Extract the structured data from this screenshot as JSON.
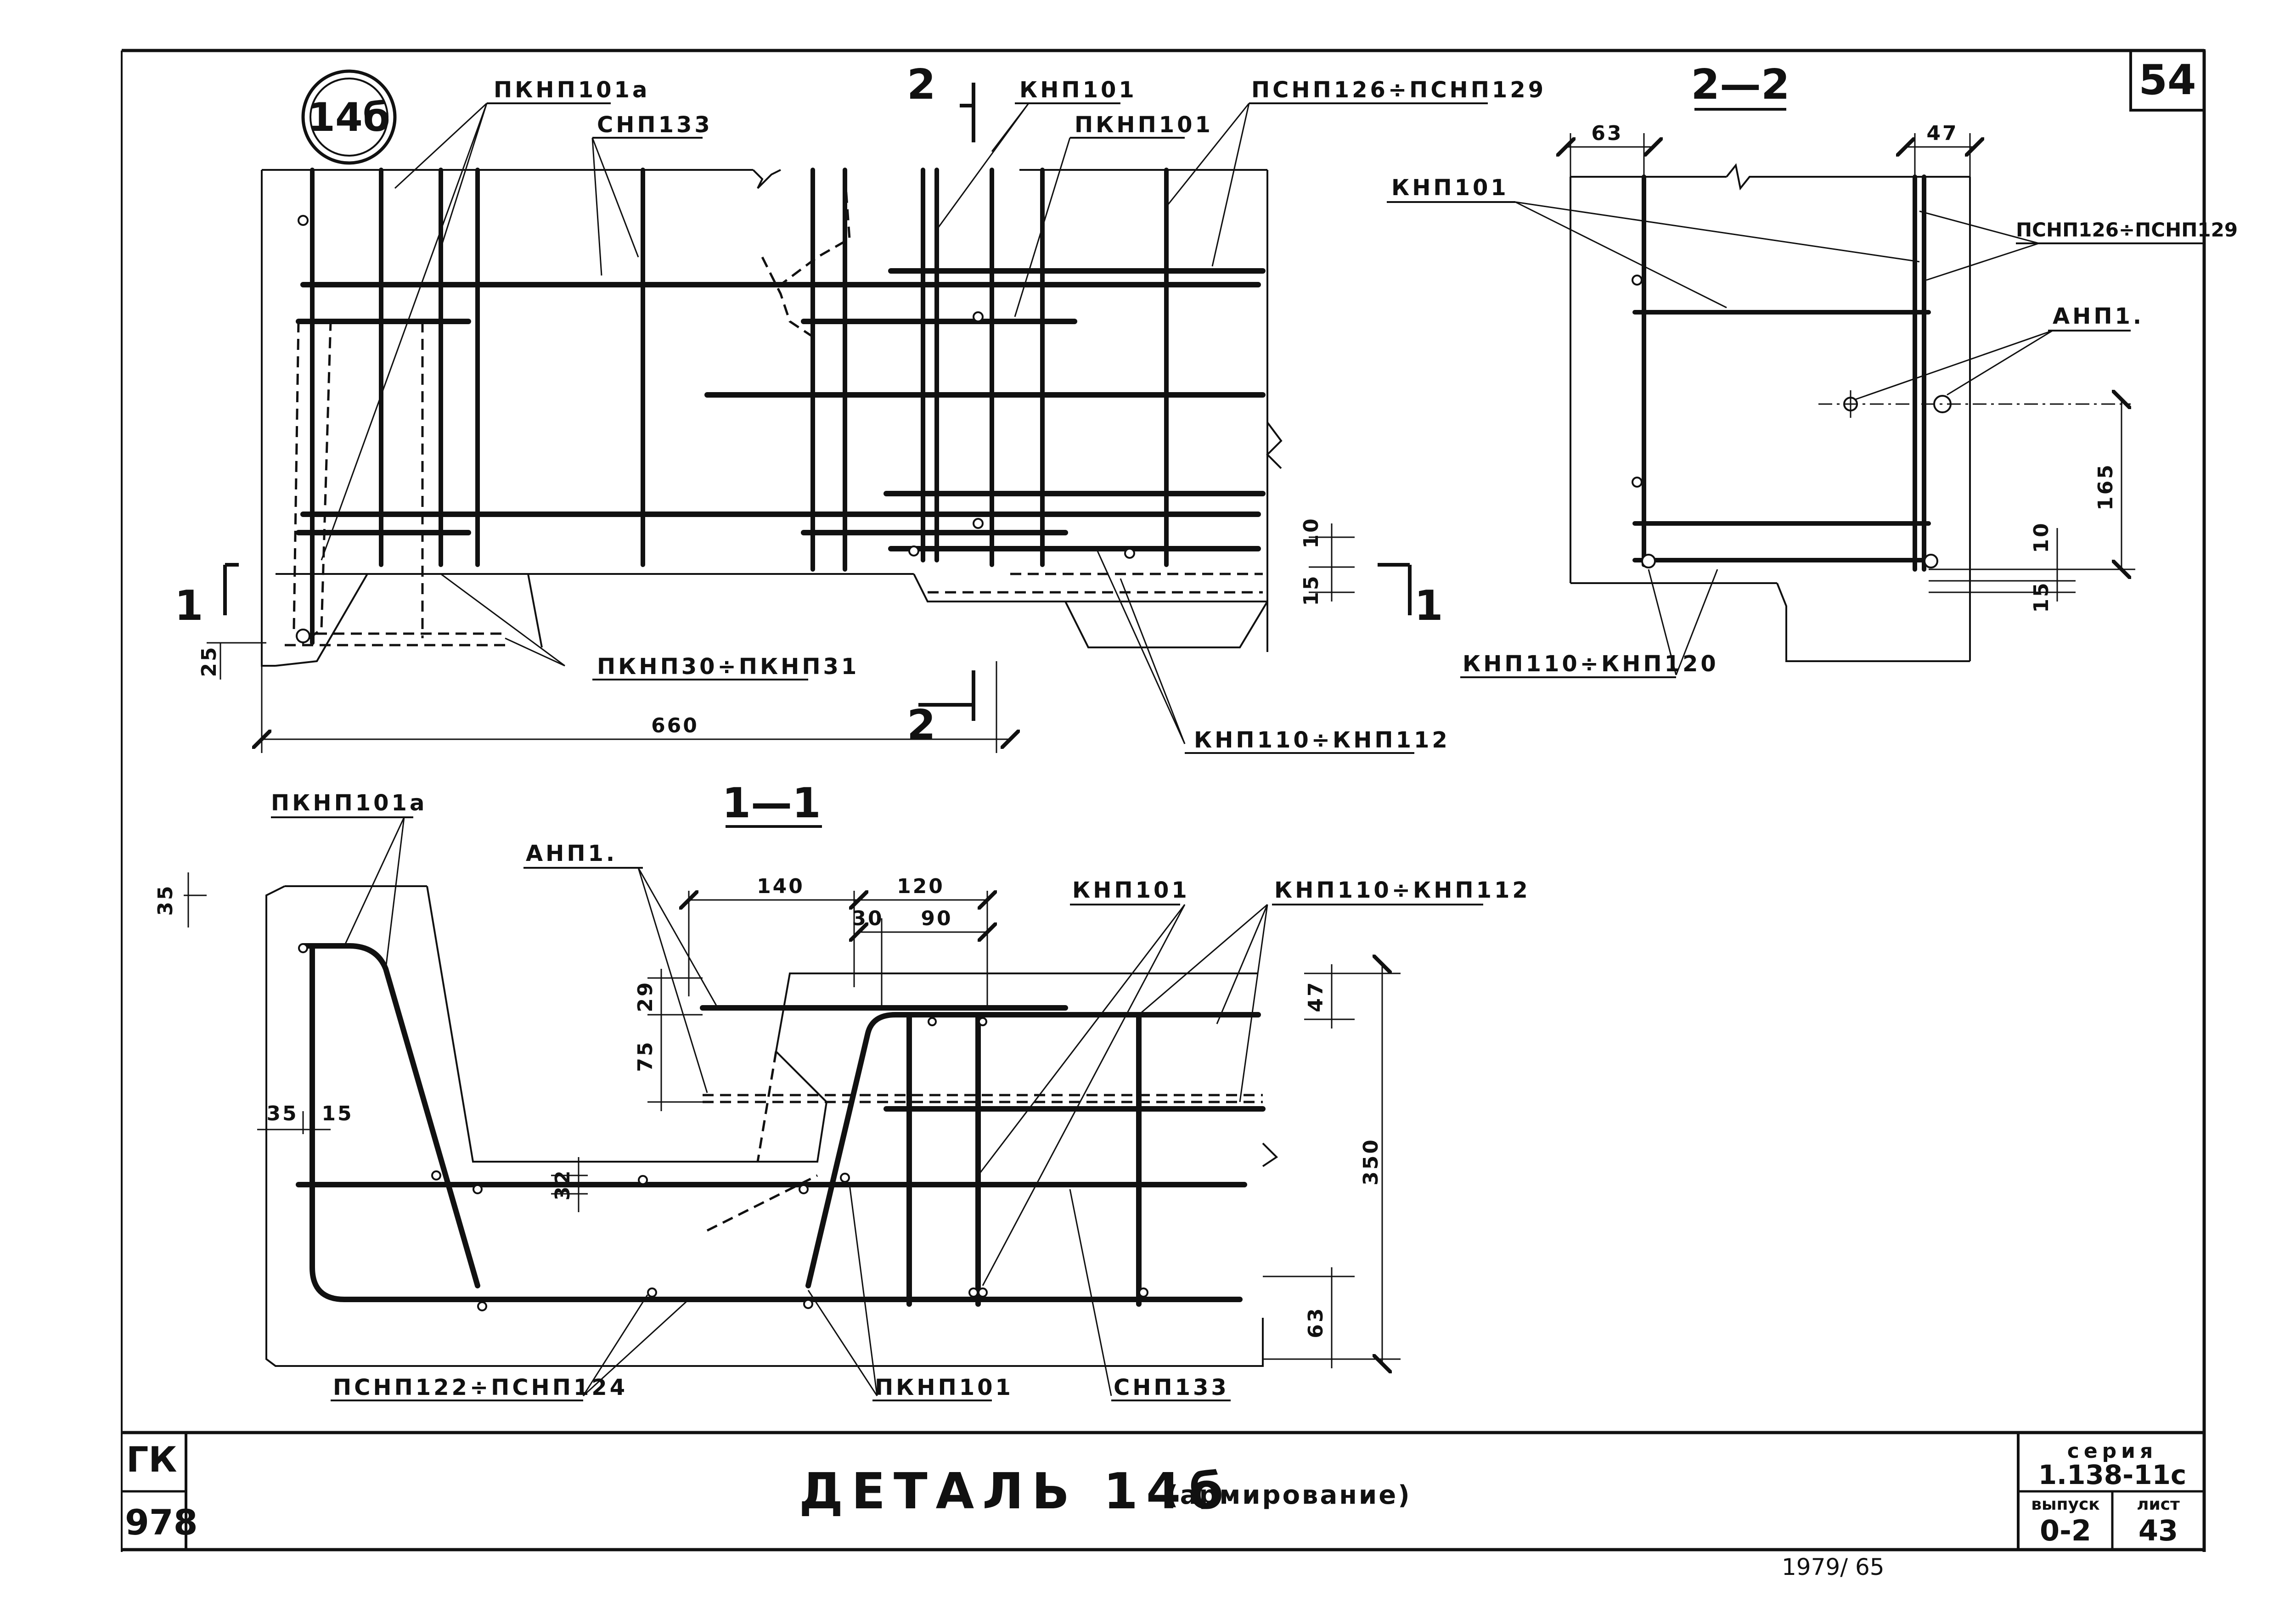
{
  "sheet": {
    "corner_number": "54",
    "detail_badge": "14б",
    "title": "ДЕТАЛЬ 14б",
    "title_suffix": "(армирование)",
    "stamp_left_top": "ГК",
    "stamp_left_bottom": "978",
    "series_label": "серия",
    "series_value": "1.138-11с",
    "issue_label": "выпуск",
    "issue_value": "0-2",
    "sheet_label": "лист",
    "sheet_value": "43",
    "bottom_note": "1979/ 65"
  },
  "plan_view": {
    "labels": {
      "pknp101a": "ПКНП101а",
      "snp133": "СНП133",
      "knp101": "КНП101",
      "pknp101": "ПКНП101",
      "psnp126_129": "ПСНП126÷ПСНП129",
      "pknp30_31": "ПКНП30÷ПКНП31",
      "knp110_112": "КНП110÷КНП112"
    },
    "cut_mark_2": "2",
    "cut_mark_1": "1",
    "dims": {
      "d660": "660",
      "d10": "10",
      "d15": "15",
      "d25": "25"
    }
  },
  "section_2_2": {
    "title": "2—2",
    "labels": {
      "knp101": "КНП101",
      "psnp126_129": "ПСНП126÷ПСНП129",
      "anp1": "АНП1.",
      "knp110_120": "КНП110÷КНП120"
    },
    "dims": {
      "d63": "63",
      "d47": "47",
      "d165": "165",
      "d10": "10",
      "d15": "15"
    }
  },
  "section_1_1": {
    "title": "1—1",
    "labels": {
      "pknp101a": "ПКНП101а",
      "anp1": "АНП1.",
      "knp101": "КНП101",
      "knp110_112": "КНП110÷КНП112",
      "psnp122_124": "ПСНП122÷ПСНП124",
      "pknp101": "ПКНП101",
      "snp133": "СНП133"
    },
    "dims": {
      "d35a": "35",
      "d140": "140",
      "d120": "120",
      "d30": "30",
      "d90": "90",
      "d29": "29",
      "d75": "75",
      "d47": "47",
      "d35b": "35",
      "d15": "15",
      "d32": "32",
      "d350": "350",
      "d63": "63"
    }
  }
}
